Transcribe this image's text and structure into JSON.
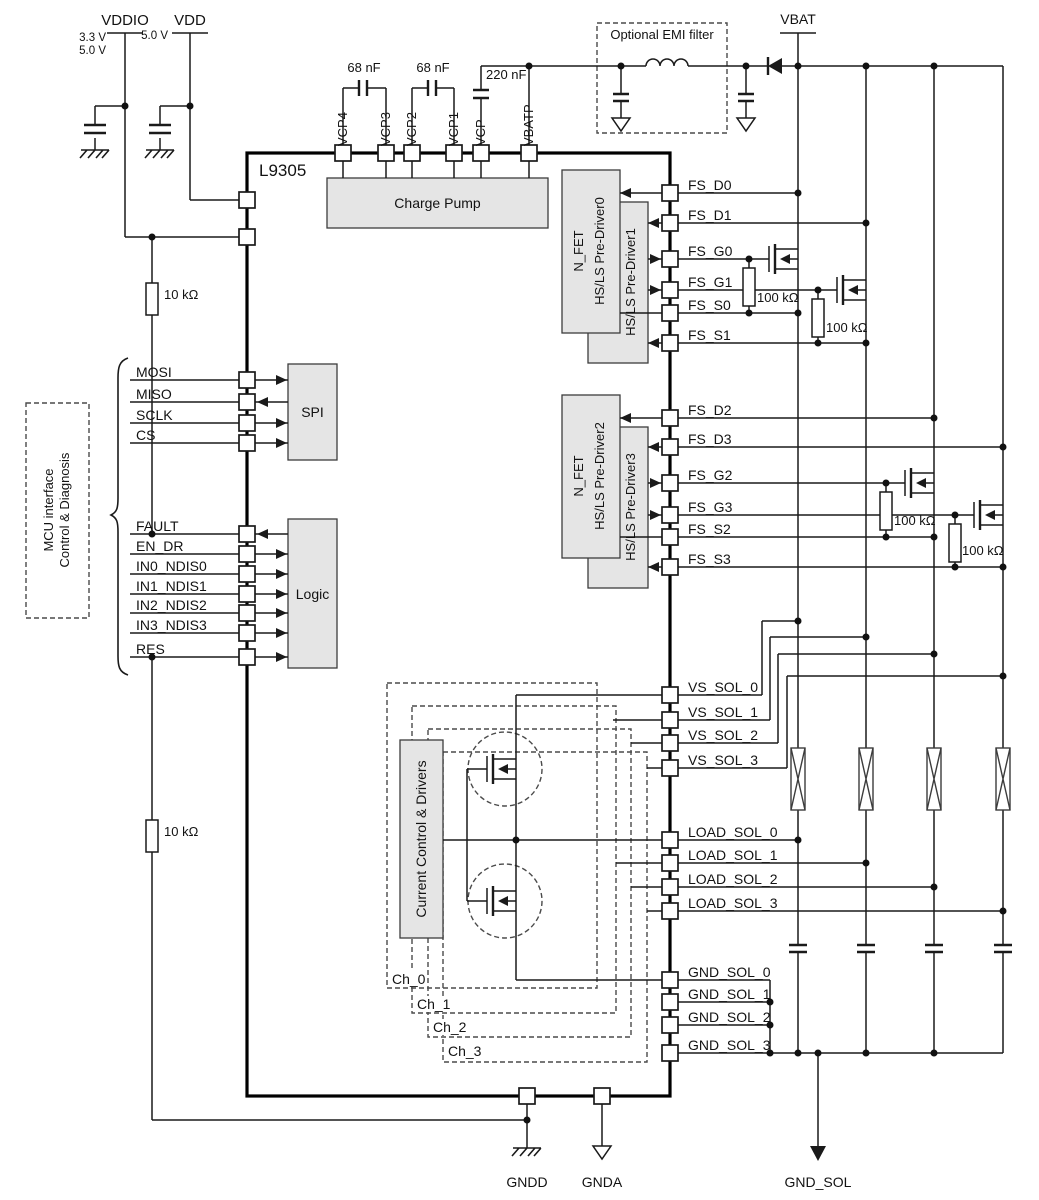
{
  "ic": {
    "part": "L9305",
    "blocks": {
      "charge_pump": "Charge Pump",
      "spi": "SPI",
      "logic": "Logic",
      "predriver01": {
        "line1": "N_FET",
        "line2": "HS/LS Pre-Driver0"
      },
      "predriver1": "HS/LS Pre-Driver1",
      "predriver23": {
        "line1": "N_FET",
        "line2": "HS/LS Pre-Driver2"
      },
      "predriver3": "HS/LS Pre-Driver3",
      "current_control": "Current Control & Drivers"
    }
  },
  "supplies": {
    "vddio": {
      "name": "VDDIO",
      "voltages": [
        "3.3 V",
        "5.0 V"
      ]
    },
    "vdd": {
      "name": "VDD",
      "voltages": [
        "5.0 V"
      ]
    },
    "vbat": {
      "name": "VBAT"
    }
  },
  "grounds": {
    "gndd": "GNDD",
    "gnda": "GNDA",
    "gnd_sol": "GND_SOL"
  },
  "emi_filter": {
    "label": "Optional EMI filter"
  },
  "mcu_interface": {
    "line1": "MCU interface",
    "line2": "Control & Diagnosis"
  },
  "components": {
    "c_vcp4_vcp3": "68 nF",
    "c_vcp2_vcp1": "68 nF",
    "c_vcp_vbatp": "220 nF",
    "r_fault_pullup": "10 kΩ",
    "r_res_pulldown": "10 kΩ",
    "r_gate0": "100 kΩ",
    "r_gate1": "100 kΩ",
    "r_gate2": "100 kΩ",
    "r_gate3": "100 kΩ"
  },
  "pins": {
    "top": [
      "VCP4",
      "VCP3",
      "VCP2",
      "VCP1",
      "VCP",
      "VBATP"
    ],
    "spi": [
      "MOSI",
      "MISO",
      "SCLK",
      "CS"
    ],
    "logic": [
      "FAULT",
      "EN_DR",
      "IN0_NDIS0",
      "IN1_NDIS1",
      "IN2_NDIS2",
      "IN3_NDIS3",
      "RES"
    ],
    "fs": [
      "FS_D0",
      "FS_D1",
      "FS_G0",
      "FS_G1",
      "FS_S0",
      "FS_S1",
      "FS_D2",
      "FS_D3",
      "FS_G2",
      "FS_G3",
      "FS_S2",
      "FS_S3"
    ],
    "vs_sol": [
      "VS_SOL_0",
      "VS_SOL_1",
      "VS_SOL_2",
      "VS_SOL_3"
    ],
    "load_sol": [
      "LOAD_SOL_0",
      "LOAD_SOL_1",
      "LOAD_SOL_2",
      "LOAD_SOL_3"
    ],
    "gnd_sol": [
      "GND_SOL_0",
      "GND_SOL_1",
      "GND_SOL_2",
      "GND_SOL_3"
    ]
  },
  "channels": [
    "Ch_0",
    "Ch_1",
    "Ch_2",
    "Ch_3"
  ]
}
